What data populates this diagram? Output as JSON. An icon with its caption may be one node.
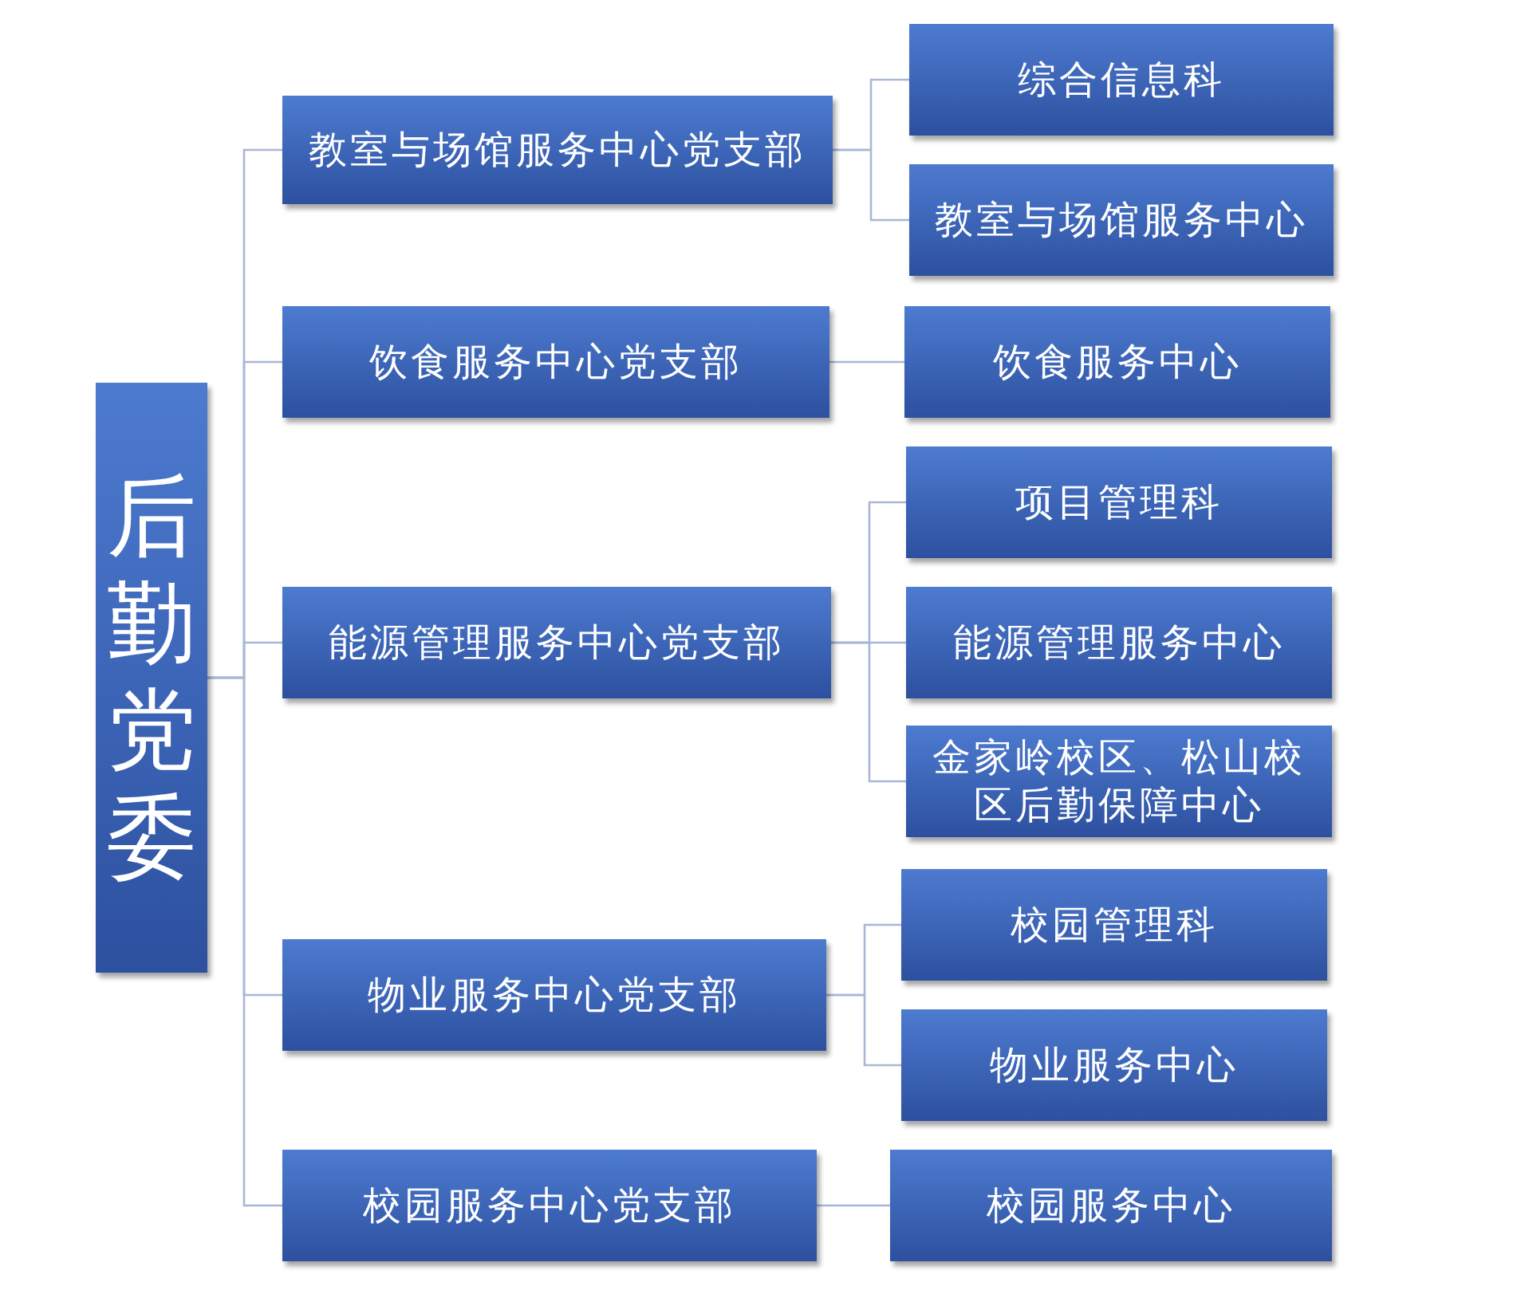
{
  "diagram": {
    "nodes": [
      {
        "text": [
          "后勤党委"
        ]
      },
      {
        "text": [
          "教室与场馆服务中心党支部"
        ]
      },
      {
        "text": [
          "综合信息科"
        ]
      },
      {
        "text": [
          "教室与场馆服务中心"
        ]
      },
      {
        "text": [
          "饮食服务中心党支部"
        ]
      },
      {
        "text": [
          "饮食服务中心"
        ]
      },
      {
        "text": [
          "能源管理服务中心党支部"
        ]
      },
      {
        "text": [
          "项目管理科"
        ]
      },
      {
        "text": [
          "能源管理服务中心"
        ]
      },
      {
        "text": [
          "金家岭校区、松山校区后勤保障中心"
        ]
      },
      {
        "text": [
          "物业服务中心党支部"
        ]
      },
      {
        "text": [
          "校园管理科"
        ]
      },
      {
        "text": [
          "物业服务中心"
        ]
      },
      {
        "text": [
          "校园服务中心党支部"
        ]
      },
      {
        "text": [
          "校园服务中心"
        ]
      }
    ],
    "edges": [
      {
        "from": 0,
        "to": 1,
        "arrow": "none"
      },
      {
        "from": 0,
        "to": 4,
        "arrow": "none"
      },
      {
        "from": 0,
        "to": 6,
        "arrow": "none"
      },
      {
        "from": 0,
        "to": 10,
        "arrow": "none"
      },
      {
        "from": 0,
        "to": 13,
        "arrow": "none"
      },
      {
        "from": 1,
        "to": 2,
        "arrow": "none"
      },
      {
        "from": 1,
        "to": 3,
        "arrow": "none"
      },
      {
        "from": 4,
        "to": 5,
        "arrow": "none"
      },
      {
        "from": 6,
        "to": 7,
        "arrow": "none"
      },
      {
        "from": 6,
        "to": 8,
        "arrow": "none"
      },
      {
        "from": 6,
        "to": 9,
        "arrow": "none"
      },
      {
        "from": 10,
        "to": 11,
        "arrow": "none"
      },
      {
        "from": 10,
        "to": 12,
        "arrow": "none"
      },
      {
        "from": 13,
        "to": 14,
        "arrow": "none"
      }
    ]
  }
}
